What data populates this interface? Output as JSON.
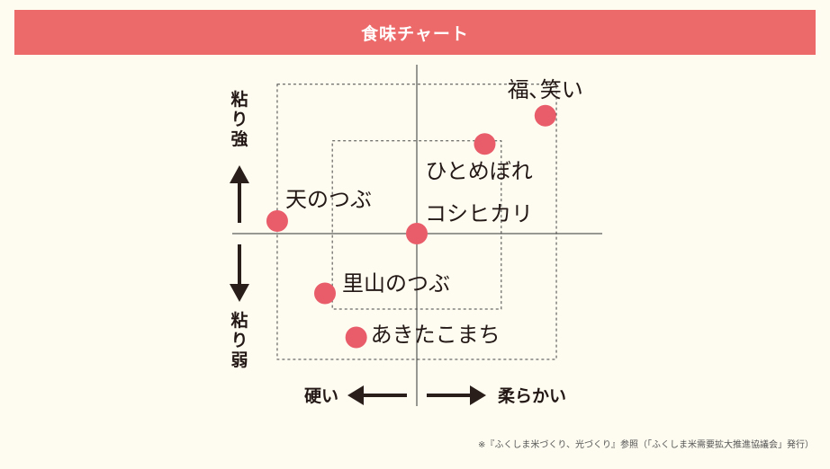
{
  "header": {
    "title": "食味チャート"
  },
  "footnote": "※『ふくしま米づくり、光づくり』参照（「ふくしま米需要拡大推進協議会」発行）",
  "chart_data": {
    "type": "scatter",
    "axis_labels": {
      "top": [
        "粘",
        "り",
        "強"
      ],
      "bottom": [
        "粘",
        "り",
        "弱"
      ],
      "left": "硬い",
      "right": "柔らかい"
    },
    "xlim": [
      -10,
      10
    ],
    "ylim": [
      -10,
      10
    ],
    "grid": false,
    "points": [
      {
        "label": "福､笑い",
        "x": 7.0,
        "y": 7.5
      },
      {
        "label": "ひとめぼれ",
        "x": 3.7,
        "y": 5.7
      },
      {
        "label": "天のつぶ",
        "x": -7.6,
        "y": 0.8
      },
      {
        "label": "コシヒカリ",
        "x": 0.0,
        "y": 0.0
      },
      {
        "label": "里山のつぶ",
        "x": -5.0,
        "y": -3.8
      },
      {
        "label": "あきたこまち",
        "x": -3.3,
        "y": -6.6
      }
    ],
    "regions": [
      {
        "x": [
          -7.6,
          7.6
        ],
        "y": [
          -8.0,
          9.5
        ]
      },
      {
        "x": [
          -4.6,
          4.6
        ],
        "y": [
          -4.8,
          5.9
        ]
      }
    ],
    "colors": {
      "point": "#e95c6a",
      "axis": "#333333",
      "arrow": "#2a1e1a",
      "text": "#231815"
    }
  }
}
